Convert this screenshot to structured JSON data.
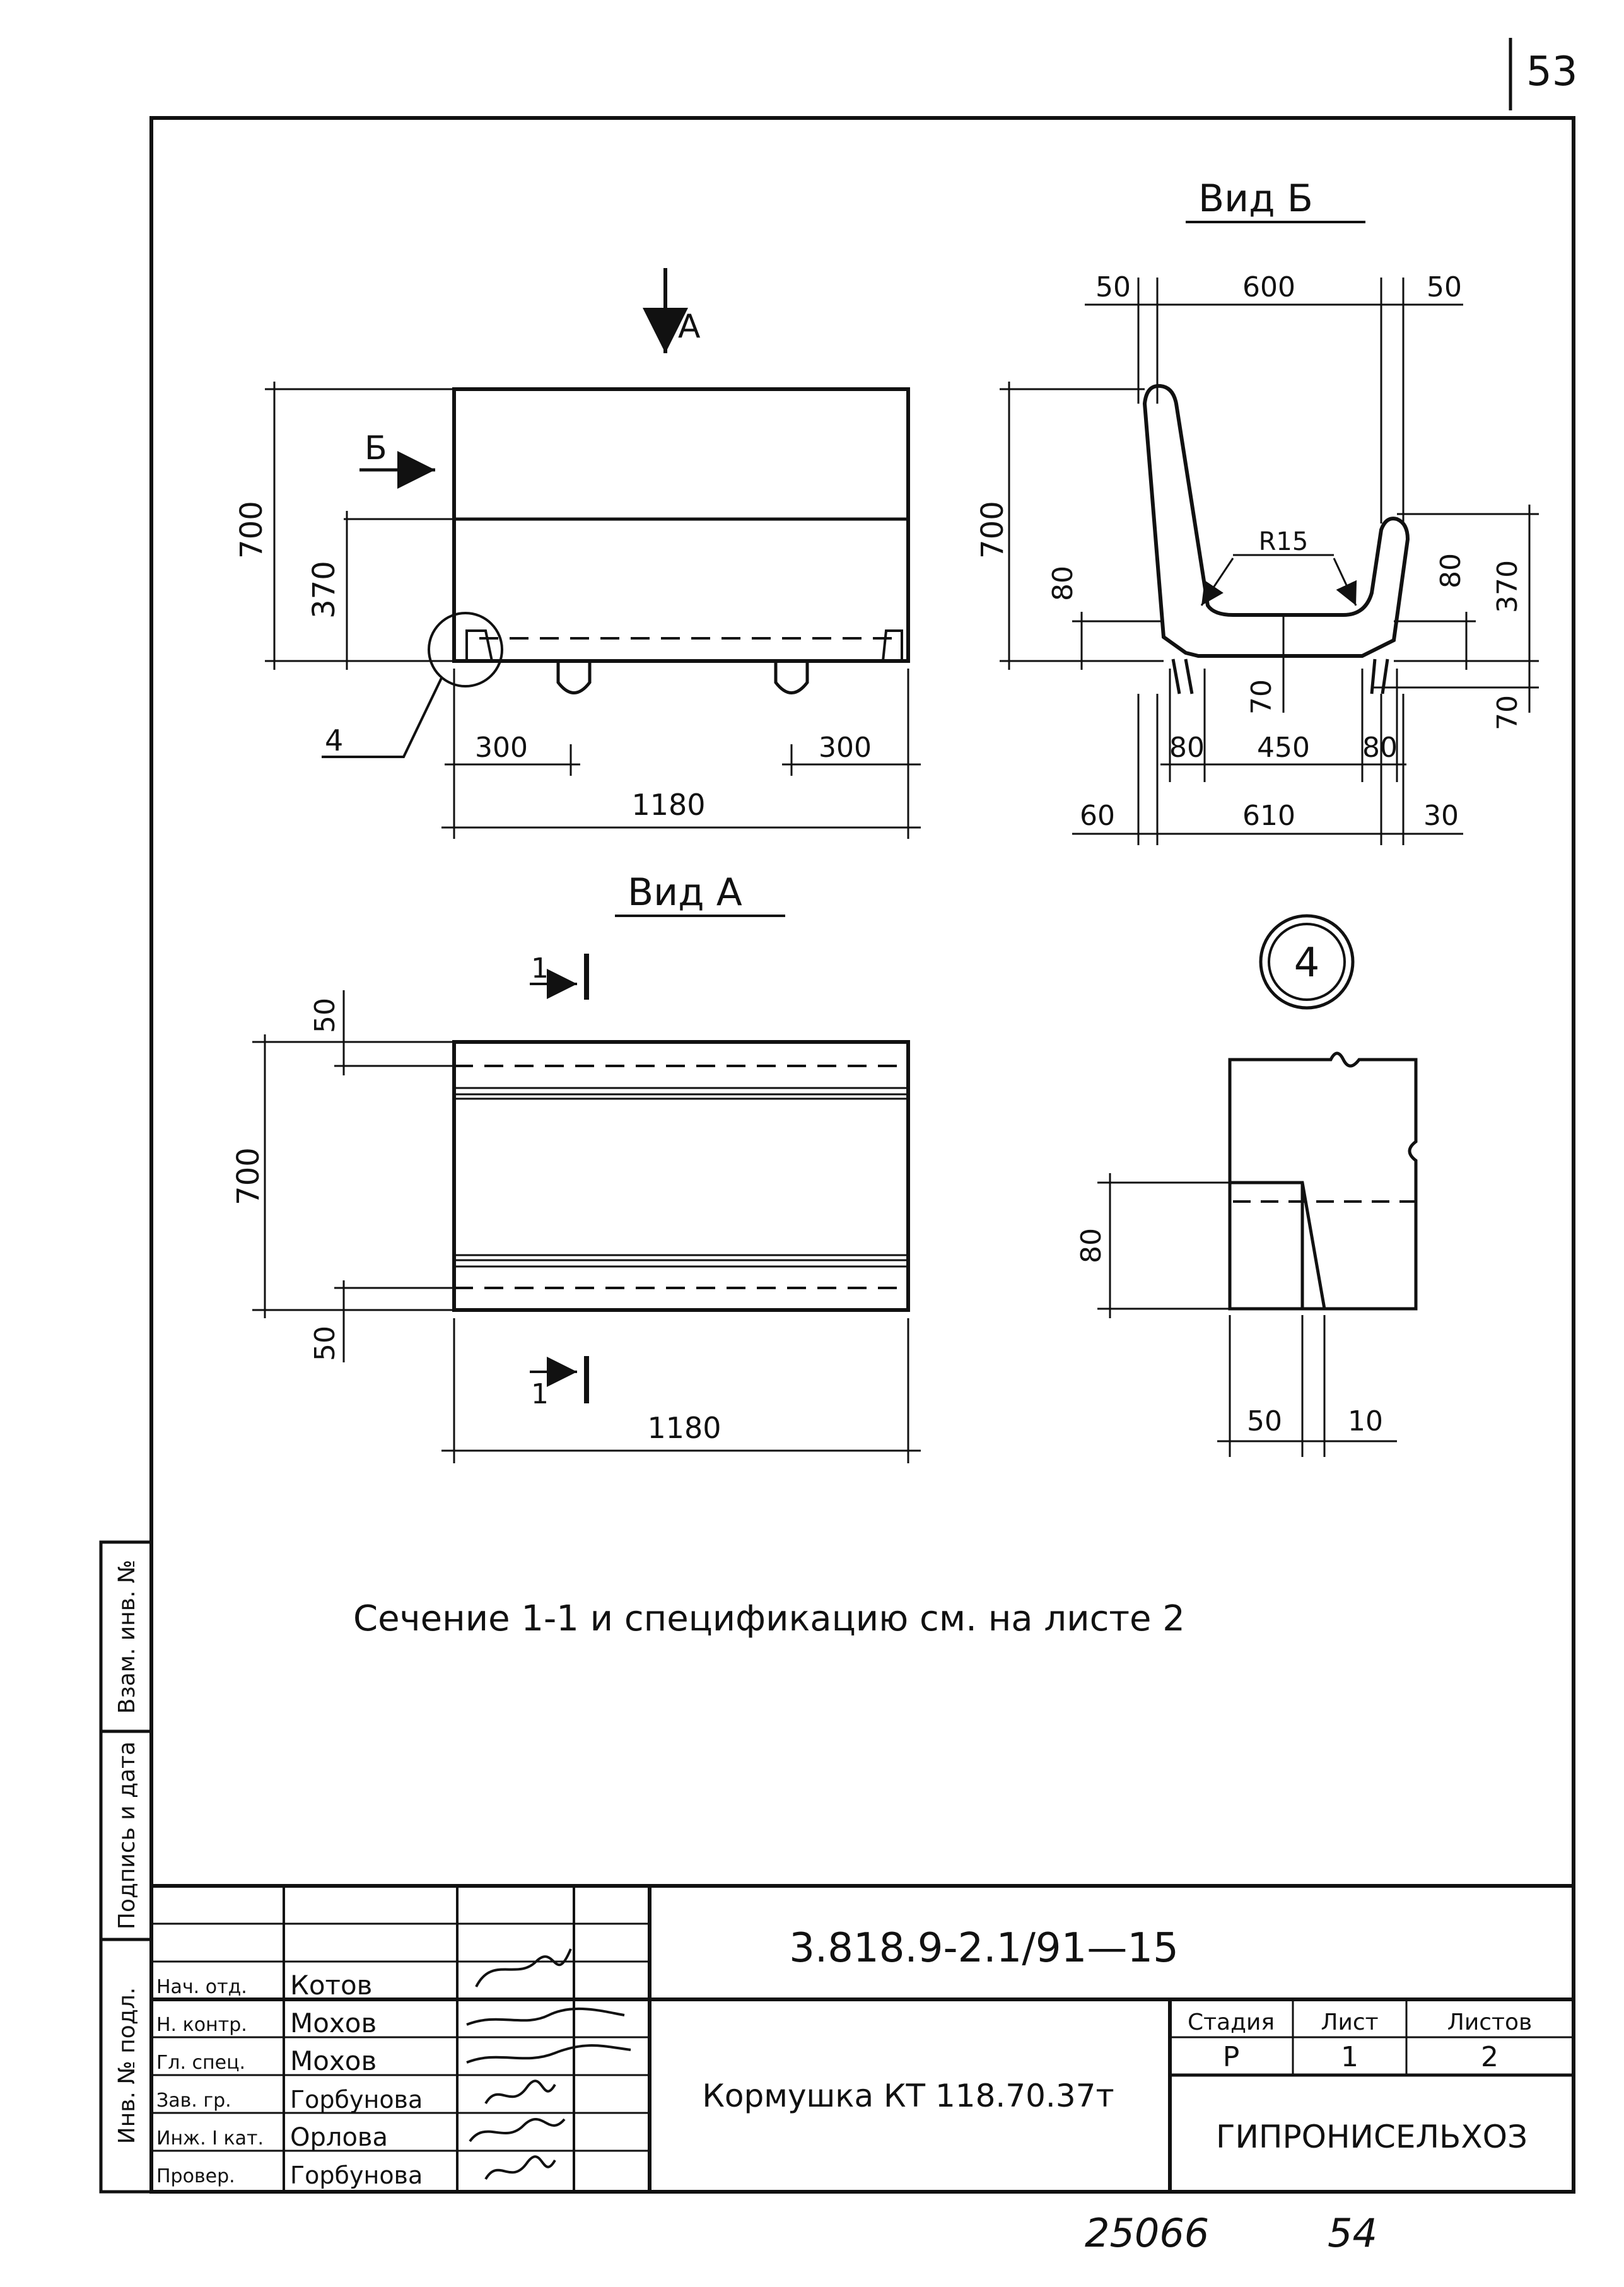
{
  "page_number": "53",
  "views": {
    "front": {
      "arrow_a": "А",
      "arrow_b": "Б",
      "dim_height": "700",
      "dim_upper": "370",
      "dim_left": "300",
      "dim_right": "300",
      "dim_length": "1180",
      "callout": "4"
    },
    "side_b": {
      "title": "Вид Б",
      "dim_top_left": "50",
      "dim_top_mid": "600",
      "dim_top_right": "50",
      "dim_height": "700",
      "dim_left_small": "80",
      "radius": "R15",
      "dim_right_small": "80",
      "dim_right_height": "370",
      "dim_center": "70",
      "dim_bottom_right": "70",
      "dim_b_left": "80",
      "dim_b_mid": "450",
      "dim_b_right": "80",
      "dim_base_left": "60",
      "dim_base_mid": "610",
      "dim_base_right": "30"
    },
    "top_a": {
      "title": "Вид А",
      "section_mark": "1",
      "dim_top": "50",
      "dim_height": "700",
      "dim_bottom": "50",
      "dim_length": "1180"
    },
    "detail": {
      "callout": "4",
      "dim_height": "80",
      "dim_width": "50",
      "dim_gap": "10"
    }
  },
  "note": "Сечение 1-1 и спецификацию см. на листе 2",
  "side_stamp": {
    "inv_podl": "Инв. № подл.",
    "podpis": "Подпись и дата",
    "vzam": "Взам. инв. №"
  },
  "title_block": {
    "doc_code": "3.818.9-2.1/91—15",
    "title": "Кормушка КТ 118.70.37т",
    "organization": "ГИПРОНИСЕЛЬХОЗ",
    "stage_header": "Стадия",
    "sheet_header": "Лист",
    "sheets_header": "Листов",
    "stage": "Р",
    "sheet": "1",
    "sheets": "2",
    "staff": [
      {
        "role": "Нач. отд.",
        "name": "Котов"
      },
      {
        "role": "Н. контр.",
        "name": "Мохов"
      },
      {
        "role": "Гл. спец.",
        "name": "Мохов"
      },
      {
        "role": "Зав. гр.",
        "name": "Горбунова"
      },
      {
        "role": "Инж. I кат.",
        "name": "Орлова"
      },
      {
        "role": "Провер.",
        "name": "Горбунова"
      }
    ]
  },
  "footer": {
    "number": "25066",
    "page": "54"
  }
}
